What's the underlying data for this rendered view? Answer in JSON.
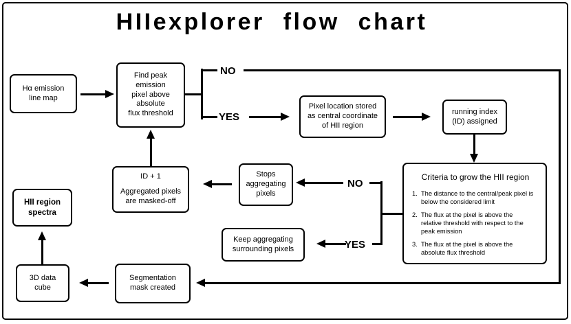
{
  "title": "HIIexplorer flow chart",
  "nodes": {
    "ha_emission": {
      "label": "Hα emission\nline map"
    },
    "find_peak": {
      "label": "Find peak\nemission\npixel above\nabsolute\nflux threshold"
    },
    "pixel_location": {
      "label": "Pixel location stored\nas central coordinate\nof HII region"
    },
    "running_index": {
      "label": "running index\n(ID) assigned"
    },
    "criteria": {
      "title": "Criteria to grow the HII region",
      "items": [
        {
          "num": "1.",
          "text": "The distance to the central/peak pixel is\nbelow the considered limit"
        },
        {
          "num": "2.",
          "text": "The flux at the pixel is above the\nrelative threshold with respect to the\npeak emission"
        },
        {
          "num": "3.",
          "text": "The flux at the pixel is above the\nabsolute flux threshold"
        }
      ]
    },
    "id_increment": {
      "line1": "ID + 1",
      "line2": "Aggregated pixels\nare masked-off"
    },
    "stops_aggregating": {
      "label": "Stops\naggregating\npixels"
    },
    "keep_aggregating": {
      "label": "Keep aggregating\nsurrounding pixels"
    },
    "hii_spectra": {
      "label": "HII region\nspectra"
    },
    "data_cube": {
      "label": "3D data\ncube"
    },
    "segmentation": {
      "label": "Segmentation\nmask created"
    }
  },
  "labels": {
    "no_top": "NO",
    "yes_top": "YES",
    "no_mid": "NO",
    "yes_mid": "YES"
  },
  "colors": {
    "ink": "#000000",
    "background": "#ffffff"
  }
}
